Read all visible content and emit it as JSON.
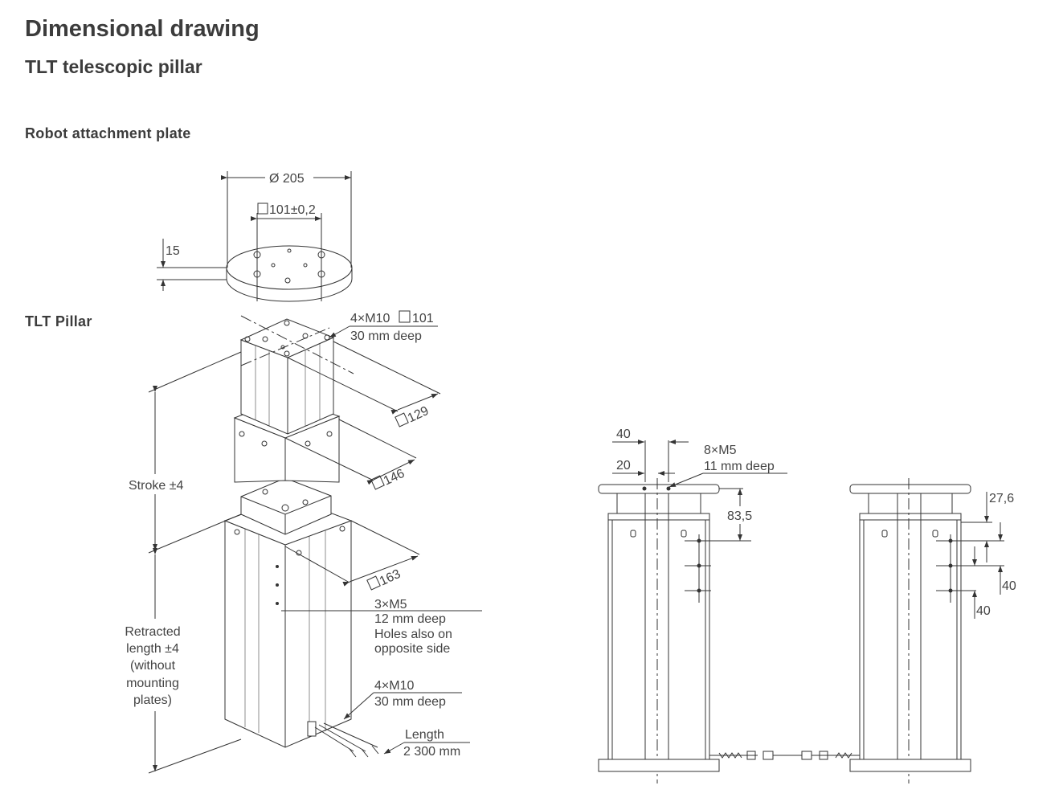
{
  "header": {
    "title": "Dimensional drawing",
    "subtitle": "TLT telescopic pillar"
  },
  "sections": {
    "plate_heading": "Robot attachment plate",
    "pillar_heading": "TLT Pillar"
  },
  "plate_dims": {
    "diameter": "Ø 205",
    "square": "101±0,2",
    "thickness": "15"
  },
  "pillar_labels": {
    "top_holes_1": "4×M10",
    "top_holes_sq": "101",
    "top_holes_2": "30 mm deep",
    "sq129": "129",
    "sq146": "146",
    "sq163": "163",
    "stroke": "Stroke ±4",
    "retracted_1": "Retracted",
    "retracted_2": "length ±4",
    "retracted_3": "(without",
    "retracted_4": "mounting",
    "retracted_5": "plates)",
    "side_holes_1": "3×M5",
    "side_holes_2": "12 mm deep",
    "side_holes_3": "Holes also on",
    "side_holes_4": "opposite side",
    "bottom_holes_1": "4×M10",
    "bottom_holes_2": "30 mm deep",
    "cable_1": "Length",
    "cable_2": "2 300 mm"
  },
  "side_views": {
    "d40": "40",
    "d20": "20",
    "m5_1": "8×M5",
    "m5_2": "11 mm deep",
    "d83": "83,5",
    "d27": "27,6",
    "d40b": "40",
    "d40c": "40"
  }
}
